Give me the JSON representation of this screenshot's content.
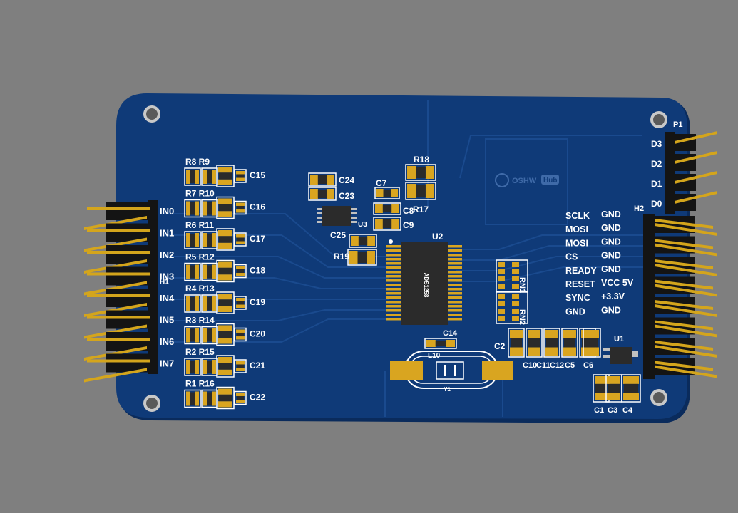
{
  "colors": {
    "background": "#7f7f7f",
    "board": "#0f3a78",
    "board_shadow": "#0a2b5c",
    "trace": "#1a4a8e",
    "silkscreen": "#ffffff",
    "pad_gold": "#d9a520",
    "pin_gold": "#d4a51c",
    "header_black": "#141414",
    "ic_body": "#2b2b2b"
  },
  "headers": {
    "h1": {
      "ref": "H1",
      "labels": [
        "IN0",
        "IN1",
        "IN2",
        "IN3",
        "IN4",
        "IN5",
        "IN6",
        "IN7"
      ]
    },
    "p1": {
      "ref": "P1",
      "labels": [
        "D3",
        "D2",
        "D1",
        "D0"
      ]
    },
    "h2": {
      "ref": "H2",
      "left_labels": [
        "SCLK",
        "MOSI",
        "MOSI",
        "CS",
        "READY",
        "RESET",
        "SYNC",
        "GND"
      ],
      "right_labels": [
        "GND",
        "GND",
        "GND",
        "GND",
        "GND",
        "VCC 5V",
        "+3.3V",
        "GND"
      ]
    }
  },
  "input_network": {
    "resistor_pairs": [
      "R8 R9",
      "R7 R10",
      "R6 R11",
      "R5 R12",
      "R4 R13",
      "R3 R14",
      "R2 R15",
      "R1 R16"
    ],
    "capacitors": [
      "C15",
      "C16",
      "C17",
      "C18",
      "C19",
      "C20",
      "C21",
      "C22"
    ]
  },
  "center_parts": {
    "c24": "C24",
    "c23": "C23",
    "c25": "C25",
    "u3": "U3",
    "c7": "C7",
    "c8": "C8",
    "c9": "C9",
    "r18": "R18",
    "r17": "R17",
    "r19": "R19",
    "u2": "U2",
    "c14": "C14",
    "l10": "L10",
    "y1": "Y1"
  },
  "right_parts": {
    "rn1": "RN1",
    "rn2": "RN2",
    "c2": "C2",
    "cap_row": [
      "C10",
      "C11",
      "C12",
      "C5",
      "C6"
    ],
    "u1": "U1",
    "bottom_caps": [
      "C1",
      "C3",
      "C4"
    ]
  },
  "logo": {
    "text": "OSHW",
    "badge": "Hub"
  },
  "chip_marking": "ADS1258"
}
